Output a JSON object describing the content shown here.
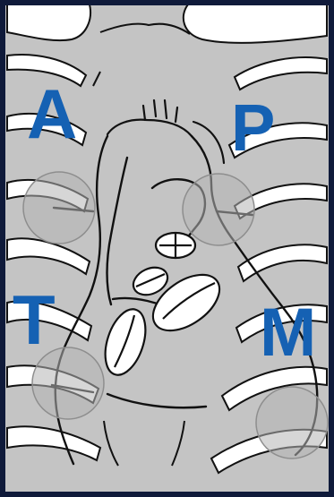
{
  "diagram": {
    "labels": {
      "aortic": "A",
      "pulmonic": "P",
      "tricuspid": "T",
      "mitral": "M"
    },
    "colors": {
      "frame": "#0f1a3a",
      "background": "#c4c4c4",
      "rib_fill": "#ffffff",
      "outline": "#111111",
      "label": "#1561b3",
      "marker_fill": "#bdbdbd",
      "marker_stroke": "#8e8e8e"
    }
  }
}
